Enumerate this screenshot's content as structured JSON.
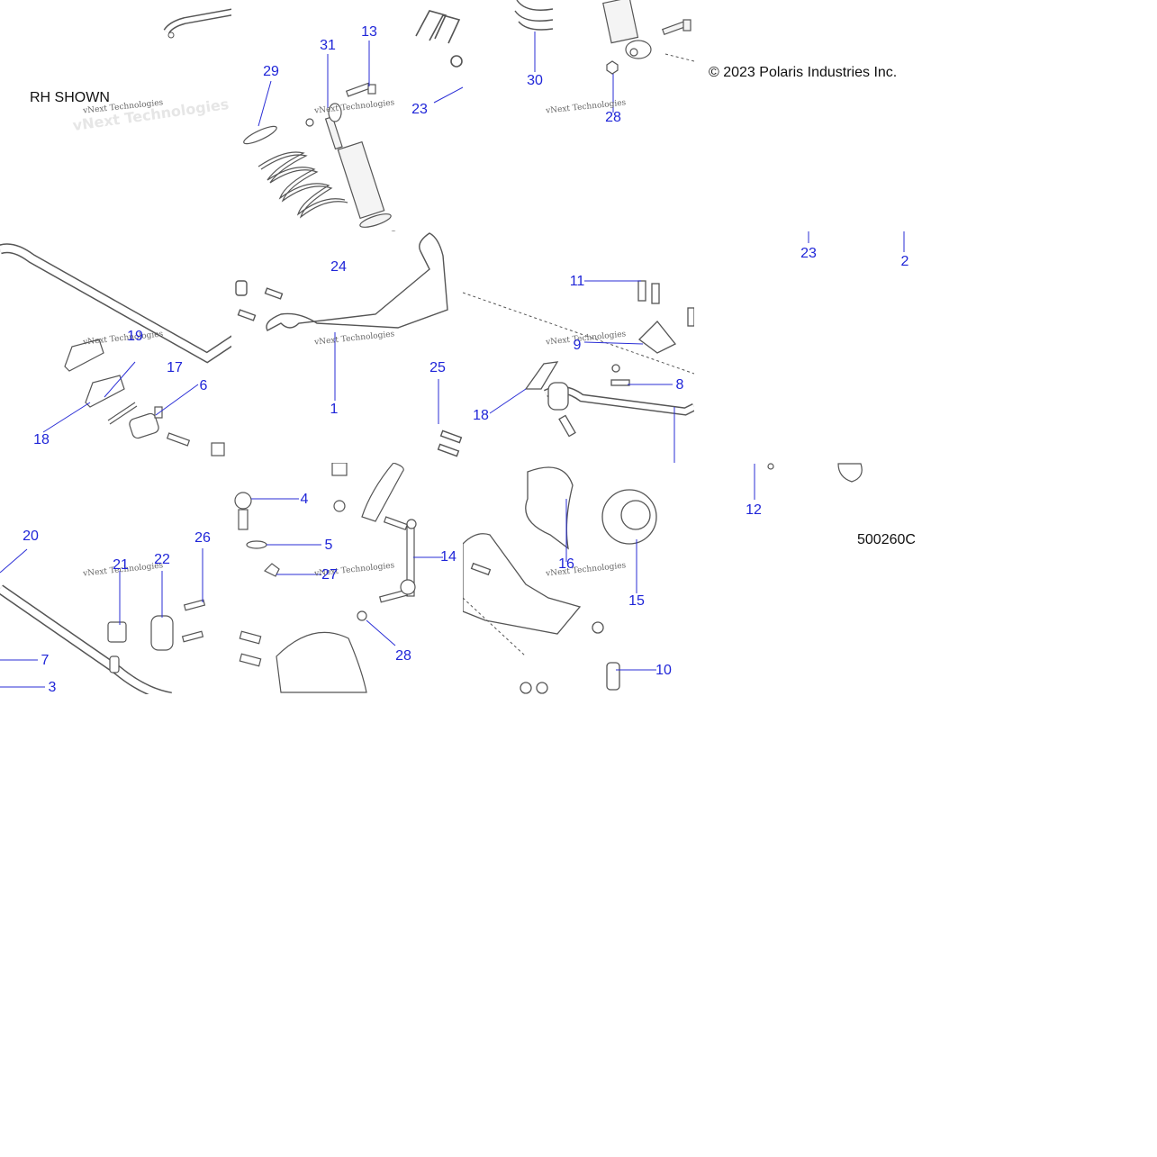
{
  "header": {
    "note": "RH SHOWN",
    "copyright": "© 2023 Polaris Industries Inc.",
    "diagram_id": "500260C"
  },
  "watermark": "vNext Technologies",
  "colors": {
    "callout": "#1f25d8",
    "line": "#2a2ed6",
    "part_stroke": "#555555"
  },
  "callouts": [
    "31",
    "13",
    "29",
    "23",
    "30",
    "28",
    "24",
    "1",
    "25",
    "19",
    "17",
    "6",
    "18",
    "11",
    "9",
    "8",
    "4",
    "5",
    "27",
    "14",
    "21",
    "22",
    "26",
    "20",
    "7",
    "3",
    "16",
    "15",
    "10",
    "2",
    "12"
  ]
}
